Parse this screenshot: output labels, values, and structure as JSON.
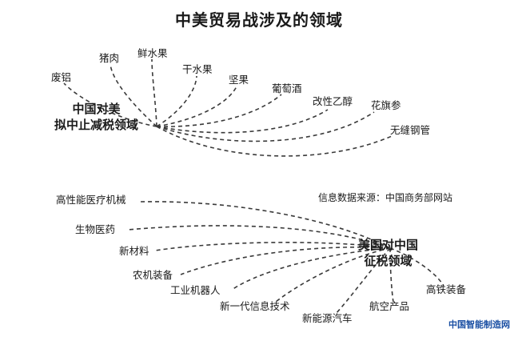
{
  "title": "中美贸易战涉及的领域",
  "hub_china": {
    "line1": "中国对美",
    "line2": "拟中止减税领域"
  },
  "items_china": [
    "废铝",
    "猪肉",
    "鲜水果",
    "干水果",
    "坚果",
    "葡萄酒",
    "改性乙醇",
    "花旗参",
    "无缝钢管"
  ],
  "source": "信息数据来源：中国商务部网站",
  "hub_us": {
    "line1": "美国对中国",
    "line2": "征税领域"
  },
  "items_us": [
    "高性能医疗机械",
    "生物医药",
    "新材料",
    "农机装备",
    "工业机器人",
    "新一代信息技术",
    "新能源汽车",
    "航空产品",
    "高铁装备"
  ],
  "watermark": {
    "text": "中国智能制造网",
    "color": "#1a4fa3"
  },
  "colors": {
    "line": "#3a3a3a",
    "text": "#1a1a1a"
  }
}
